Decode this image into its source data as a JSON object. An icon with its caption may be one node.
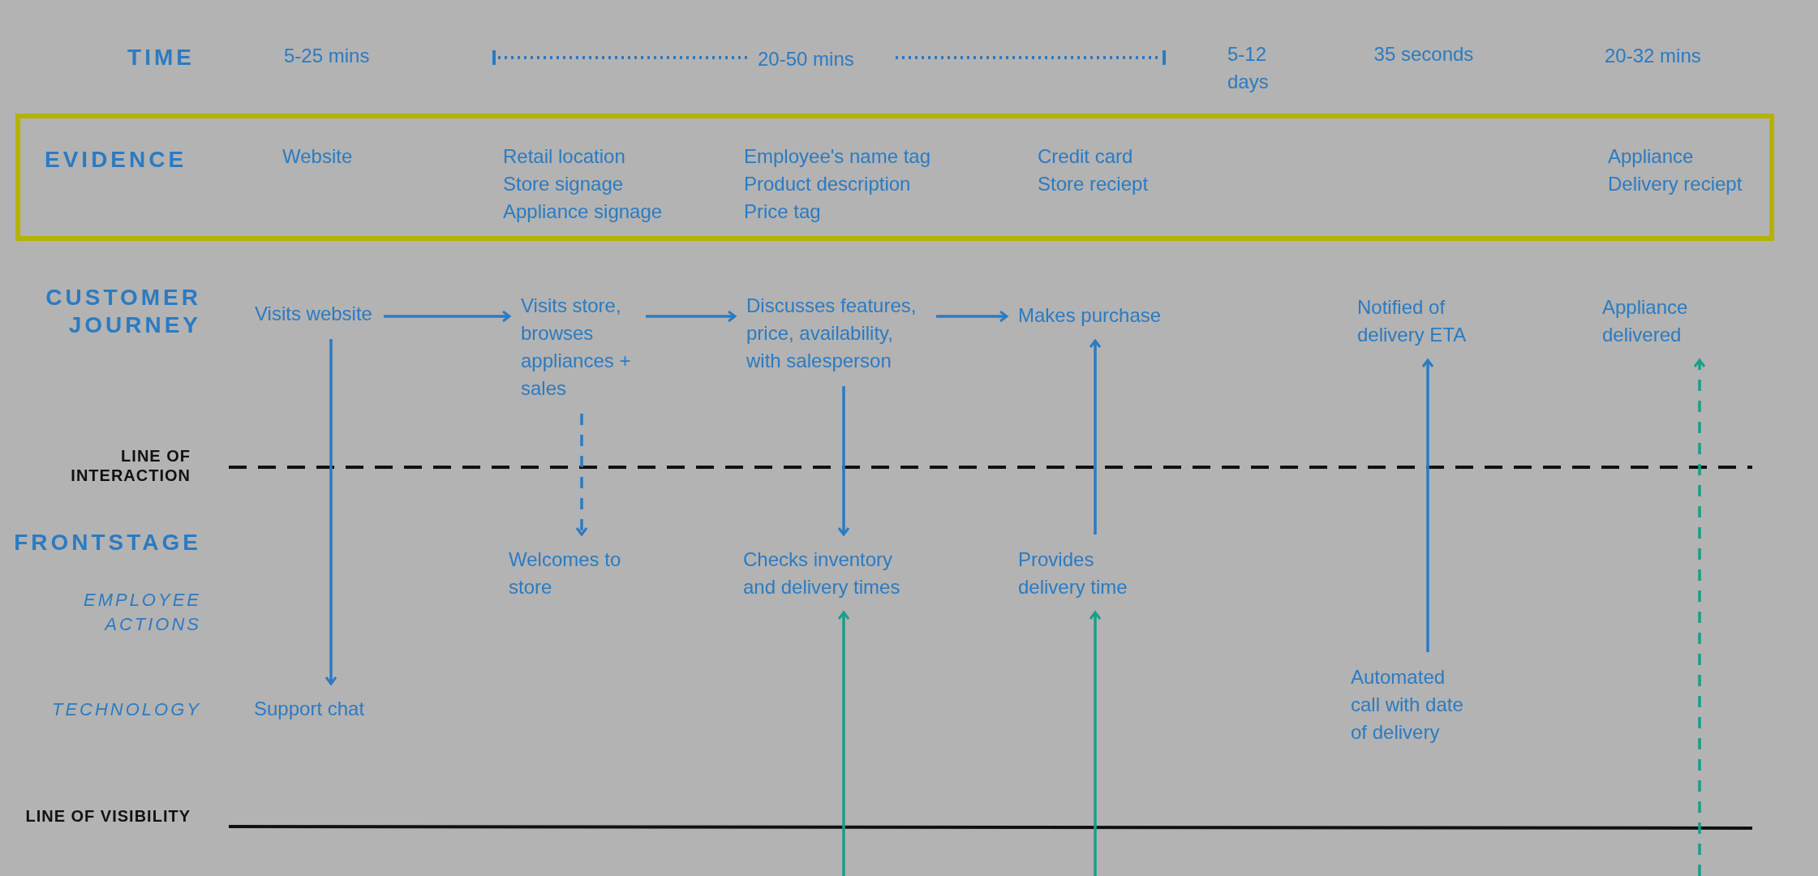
{
  "diagram": {
    "nodes": [
      {
        "text": [
          "EVIDENCE",
          "Website",
          "Retail location Store signage Appliance signage",
          "Employee's name tag Product description Price tag",
          "Credit card Store reciept",
          "Appliance Delivery reciept"
        ]
      },
      {
        "text": [
          "Visits website"
        ]
      },
      {
        "text": [
          "Visits store, browses appliances + sales"
        ]
      },
      {
        "text": [
          "Discusses features, price, availability, with salesperson"
        ]
      },
      {
        "text": [
          "Makes purchase"
        ]
      },
      {
        "text": [
          "Notified of delivery ETA"
        ]
      },
      {
        "text": [
          "Appliance delivered"
        ]
      },
      {
        "text": [
          "Welcomes to store"
        ]
      },
      {
        "text": [
          "Checks inventory and delivery times"
        ]
      },
      {
        "text": [
          "Provides delivery time"
        ]
      },
      {
        "text": [
          "Support chat"
        ]
      },
      {
        "text": [
          "Automated call with date of delivery"
        ]
      }
    ],
    "edges": [
      {
        "from": 1,
        "to": 2,
        "arrow": "to"
      },
      {
        "from": 2,
        "to": 3,
        "arrow": "to"
      },
      {
        "from": 3,
        "to": 4,
        "arrow": "to"
      },
      {
        "from": 1,
        "to": 10,
        "arrow": "to"
      },
      {
        "from": 2,
        "to": 7,
        "arrow": "to",
        "style": "dashed"
      },
      {
        "from": 3,
        "to": 8,
        "arrow": "to"
      },
      {
        "from": 9,
        "to": 4,
        "arrow": "to"
      },
      {
        "from": 11,
        "to": 5,
        "arrow": "to"
      },
      {
        "from": null,
        "to": 8,
        "arrow": "to",
        "color": "#1a9e8a"
      },
      {
        "from": null,
        "to": 9,
        "arrow": "to",
        "color": "#1a9e8a"
      },
      {
        "from": null,
        "to": 6,
        "arrow": "to",
        "style": "dashed",
        "color": "#1a9e8a"
      }
    ],
    "labels": [
      "TIME",
      "5-25 mins",
      "20-50 mins",
      "5-12 days",
      "35 seconds",
      "20-32 mins",
      "CUSTOMER JOURNEY",
      "LINE OF INTERACTION",
      "FRONTSTAGE",
      "EMPLOYEE ACTIONS",
      "TECHNOLOGY",
      "LINE OF VISIBILITY"
    ]
  }
}
